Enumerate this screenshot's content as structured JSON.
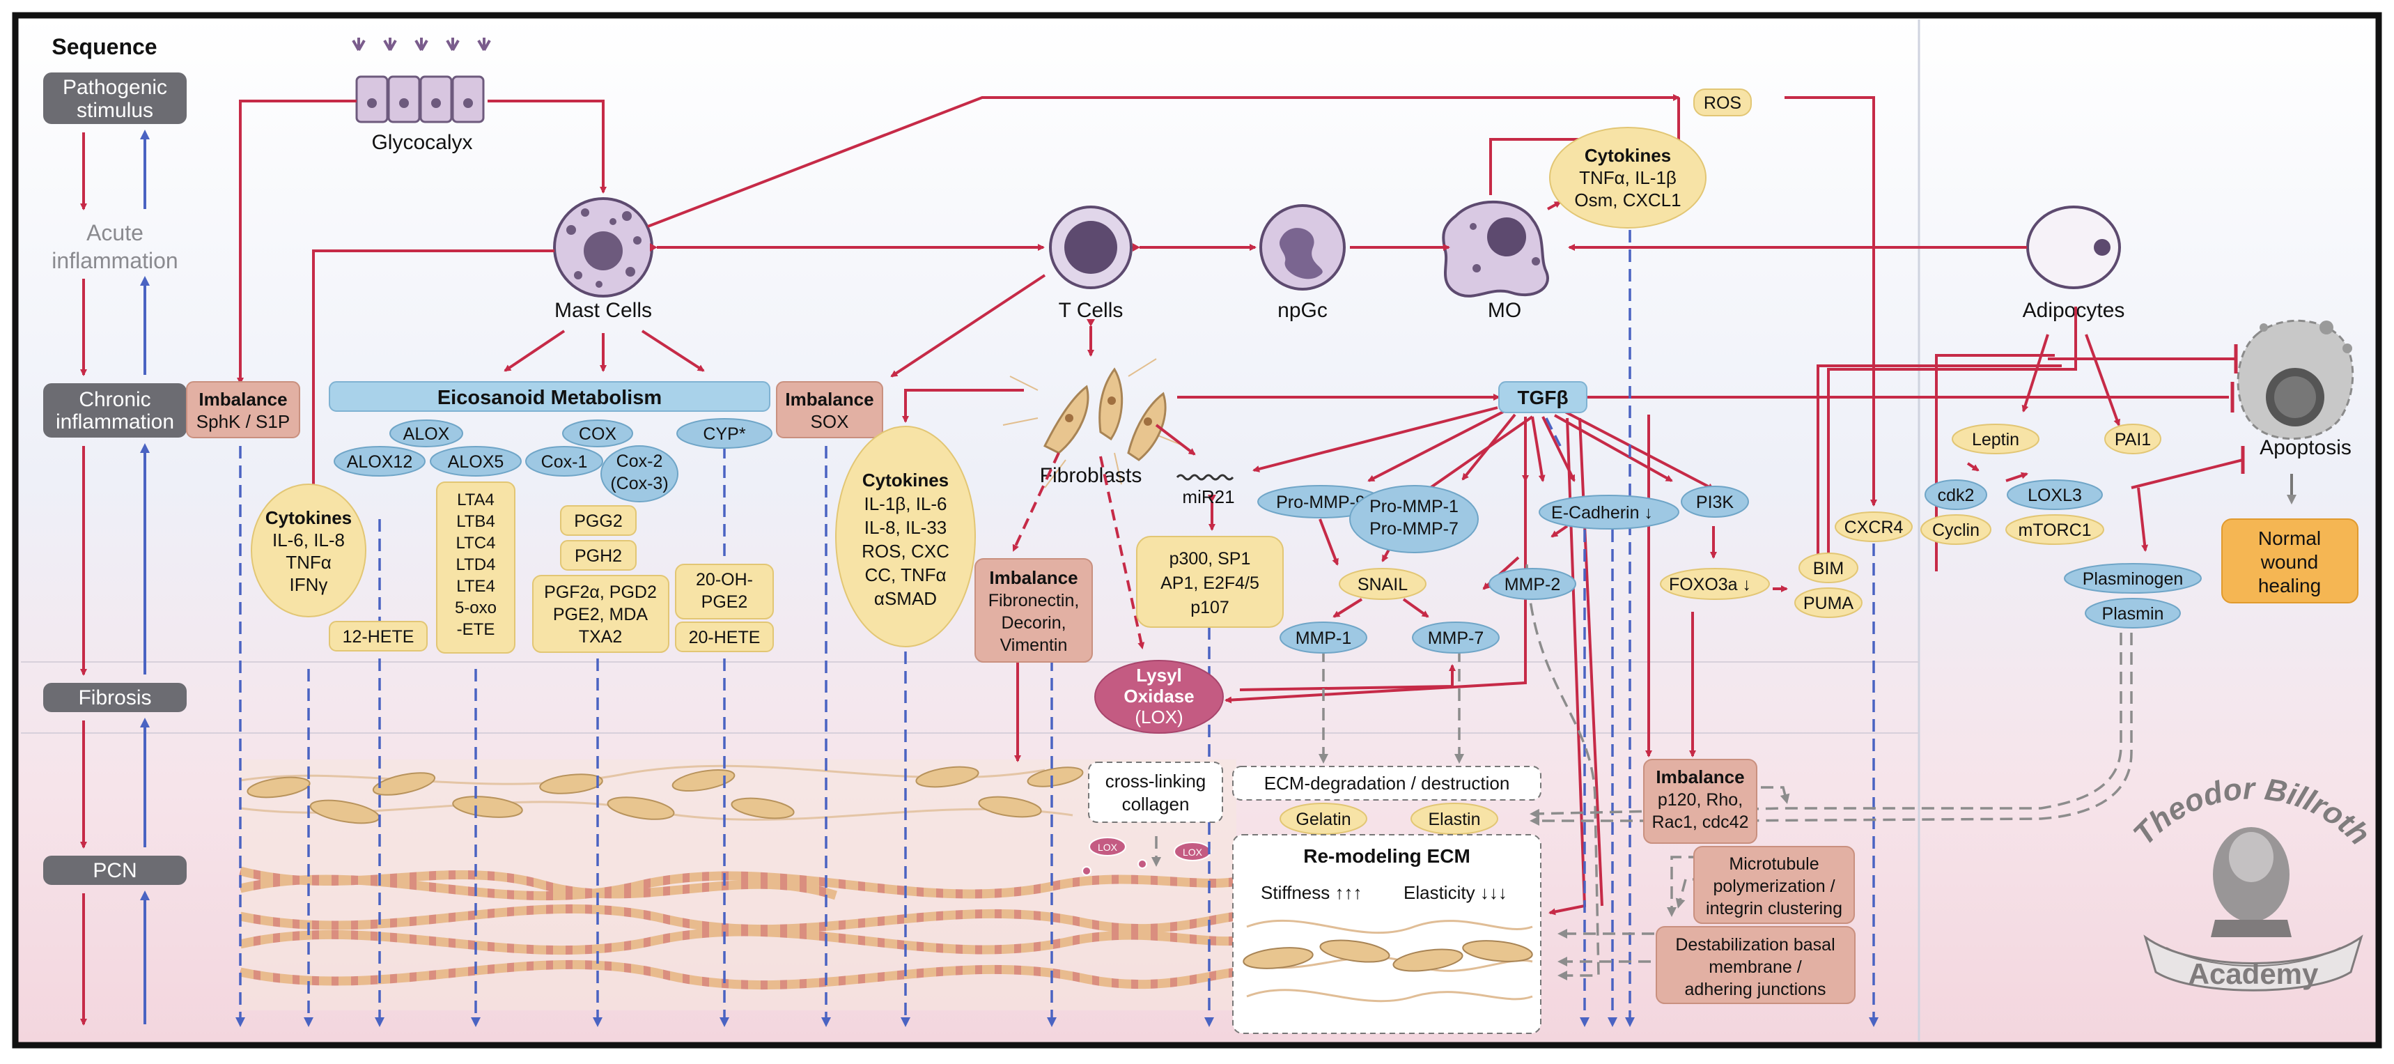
{
  "sequence": {
    "title": "Sequence",
    "stages": {
      "pathogenic": [
        "Pathogenic",
        "stimulus"
      ],
      "acute": [
        "Acute",
        "inflammation"
      ],
      "chronic": [
        "Chronic",
        "inflammation"
      ],
      "fibrosis": "Fibrosis",
      "pcn": "PCN"
    }
  },
  "cells": {
    "glycocalyx": "Glycocalyx",
    "mast": "Mast Cells",
    "tcells": "T Cells",
    "npgc": "npGc",
    "mo": "MO",
    "adipocytes": "Adipocytes",
    "fibroblasts": "Fibroblasts"
  },
  "boxes": {
    "imbalance_sphk": [
      "Imbalance",
      "SphK / S1P"
    ],
    "eicosanoid": "Eicosanoid Metabolism",
    "imbalance_sox": [
      "Imbalance",
      "SOX"
    ],
    "tgfb": "TGFβ",
    "ros": "ROS",
    "apoptosis": "Apoptosis",
    "normal_healing": [
      "Normal",
      "wound",
      "healing"
    ],
    "imbalance_fibro": [
      "Imbalance",
      "Fibronectin,",
      "Decorin,",
      "Vimentin"
    ],
    "lox": [
      "Lysyl",
      "Oxidase",
      "(LOX)"
    ],
    "imbalance_p120": [
      "Imbalance",
      "p120, Rho,",
      "Rac1, cdc42"
    ],
    "microtubule": [
      "Microtubule",
      "polymerization /",
      "integrin clustering"
    ],
    "destabilization": [
      "Destabilization basal",
      "membrane /",
      "adhering junctions"
    ],
    "crosslinking": [
      "cross-linking",
      "collagen"
    ],
    "ecm_degradation": "ECM-degradation / destruction",
    "remodeling_title": "Re-modeling ECM",
    "stiffness": "Stiffness",
    "elasticity": "Elasticity",
    "lox_small": "LOX"
  },
  "cytokines": {
    "mo_group": {
      "title": "Cytokines",
      "lines": [
        "TNFα, IL-1β",
        "Osm, CXCL1"
      ]
    },
    "mast_group": {
      "title": "Cytokines",
      "lines": [
        "IL-6, IL-8",
        "TNFα",
        "IFNγ"
      ]
    },
    "sox_group": {
      "title": "Cytokines",
      "lines": [
        "IL-1β, IL-6",
        "IL-8, IL-33",
        "ROS, CXC",
        "CC, TNFα",
        "αSMAD"
      ]
    }
  },
  "enzymes": {
    "alox": "ALOX",
    "alox12": "ALOX12",
    "alox5": "ALOX5",
    "cox": "COX",
    "cox1": "Cox-1",
    "cox2": [
      "Cox-2",
      "(Cox-3)"
    ],
    "cyp": "CYP*",
    "promm9": "Pro-MMP-9",
    "promm17": [
      "Pro-MMP-1",
      "Pro-MMP-7"
    ],
    "ecadherin": "E-Cadherin",
    "pi3k": "PI3K",
    "snail": "SNAIL",
    "mmp2": "MMP-2",
    "mmp1": "MMP-1",
    "mmp7": "MMP-7",
    "foxo3a": "FOXO3a",
    "bim": "BIM",
    "puma": "PUMA",
    "cxcr4": "CXCR4",
    "leptin": "Leptin",
    "pai1": "PAI1",
    "cdk2": "cdk2",
    "loxl3": "LOXL3",
    "cyclin": "Cyclin",
    "mtorc1": "mTORC1",
    "plasminogen": "Plasminogen",
    "plasmin": "Plasmin",
    "mir21": "miR21",
    "gelatin": "Gelatin",
    "elastin": "Elastin"
  },
  "metabolites": {
    "hete12": "12-HETE",
    "alox5_list": [
      "LTA4",
      "LTB4",
      "LTC4",
      "LTD4",
      "LTE4",
      "5-oxo",
      "-ETE"
    ],
    "pgg2": "PGG2",
    "pgh2": "PGH2",
    "pgf_list": [
      "PGF2α, PGD2",
      "PGE2, MDA",
      "TXA2"
    ],
    "cyp_list1": [
      "20-OH-",
      "PGE2"
    ],
    "cyp_list2": "20-HETE",
    "p300_list": [
      "p300, SP1",
      "AP1, E2F4/5",
      "p107"
    ]
  },
  "logo": {
    "top": "Theodor Billroth",
    "bottom": "Academy"
  },
  "colors": {
    "red": "#c62a47",
    "blue": "#4a63c2",
    "grey_box": "#6c6c72",
    "blue_node": "#9ec8e3",
    "yellow_node": "#f7e3a6",
    "salmon": "#e2b0a3",
    "lox": "#c45b82",
    "orange": "#f5b653"
  }
}
